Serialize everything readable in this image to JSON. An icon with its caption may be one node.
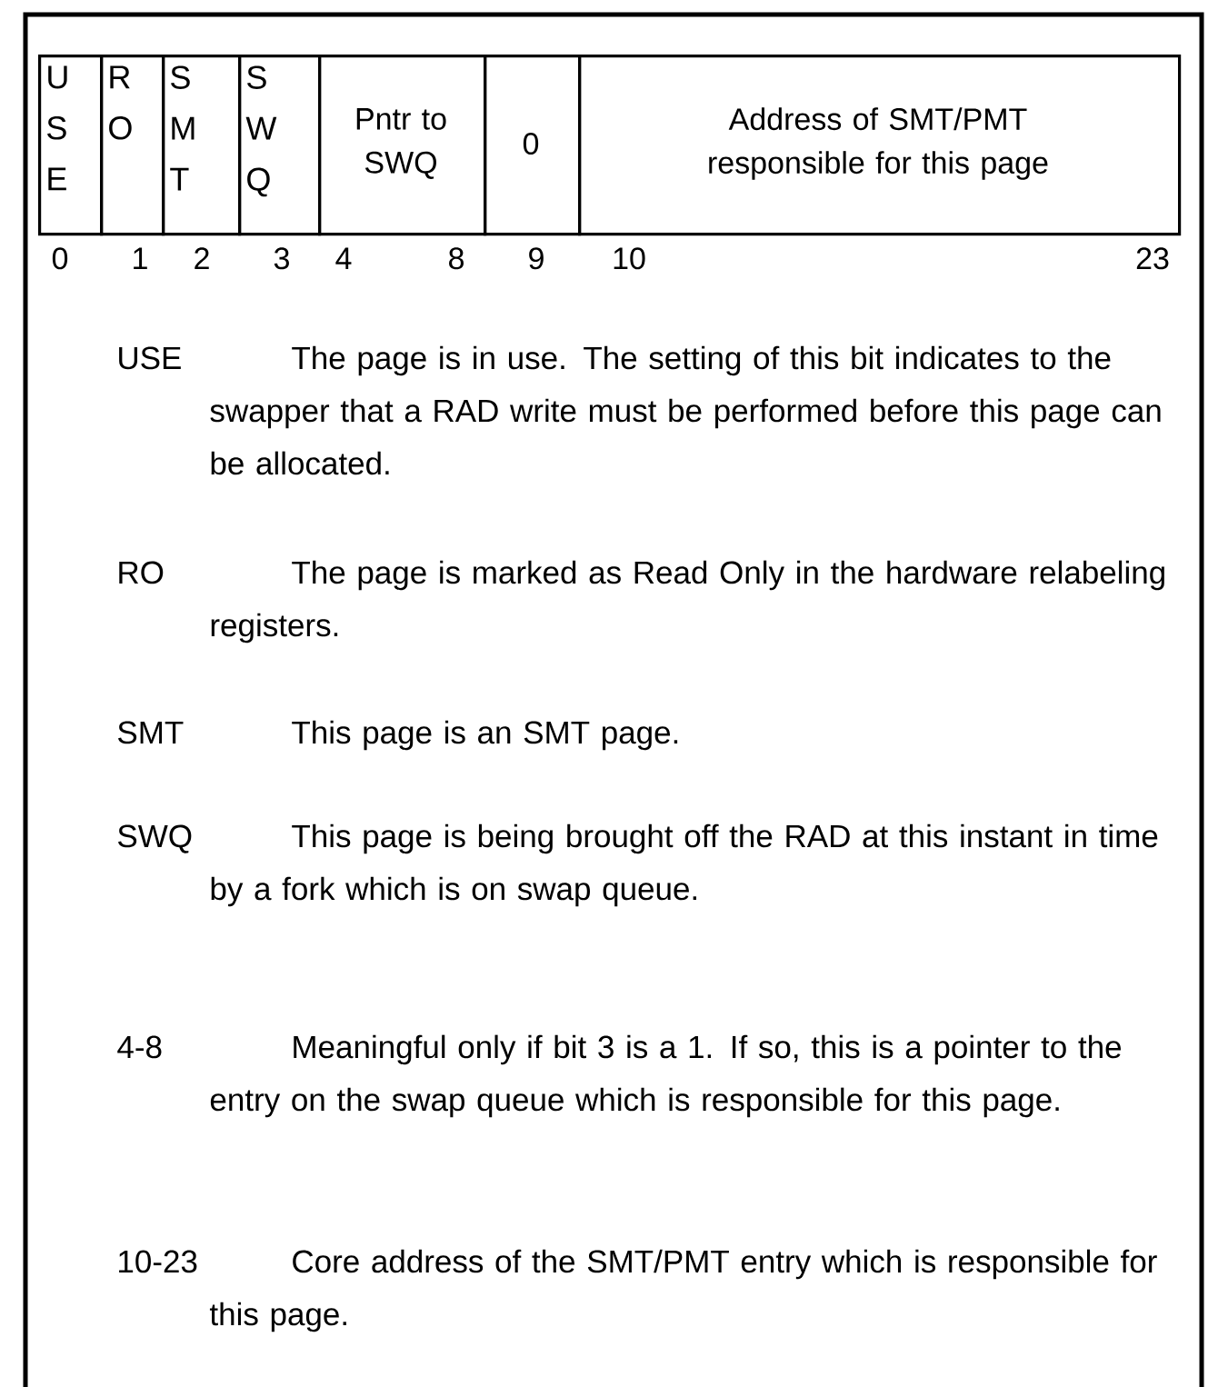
{
  "diagram": {
    "nodes": [
      {
        "text": [
          "U S E"
        ]
      },
      {
        "text": [
          "R O"
        ]
      },
      {
        "text": [
          "S M T"
        ]
      },
      {
        "text": [
          "S W Q"
        ]
      },
      {
        "text": [
          "Pntr to SWQ"
        ]
      },
      {
        "text": [
          "0"
        ]
      },
      {
        "text": [
          "Address of SMT/PMT responsible for this page"
        ]
      }
    ],
    "edges": [],
    "labels": [
      "0",
      "1",
      "2",
      "3",
      "4",
      "8",
      "9",
      "10",
      "23",
      "USE",
      "The page is in use.  The setting of this bit indicates to the swapper that a RAD write must be performed before this page can be allocated.",
      "RO",
      "The page is marked as Read Only in the hardware relabeling registers.",
      "SMT",
      "This page is an SMT page.",
      "SWQ",
      "This page is being brought off the RAD at this instant in time by a fork which is on swap queue.",
      "4-8",
      "Meaningful only if bit 3 is a 1.  If so, this is a pointer to the entry on the swap queue which is responsible for this page.",
      "10-23",
      "Core address of the SMT/PMT entry which is responsible for this page."
    ]
  }
}
